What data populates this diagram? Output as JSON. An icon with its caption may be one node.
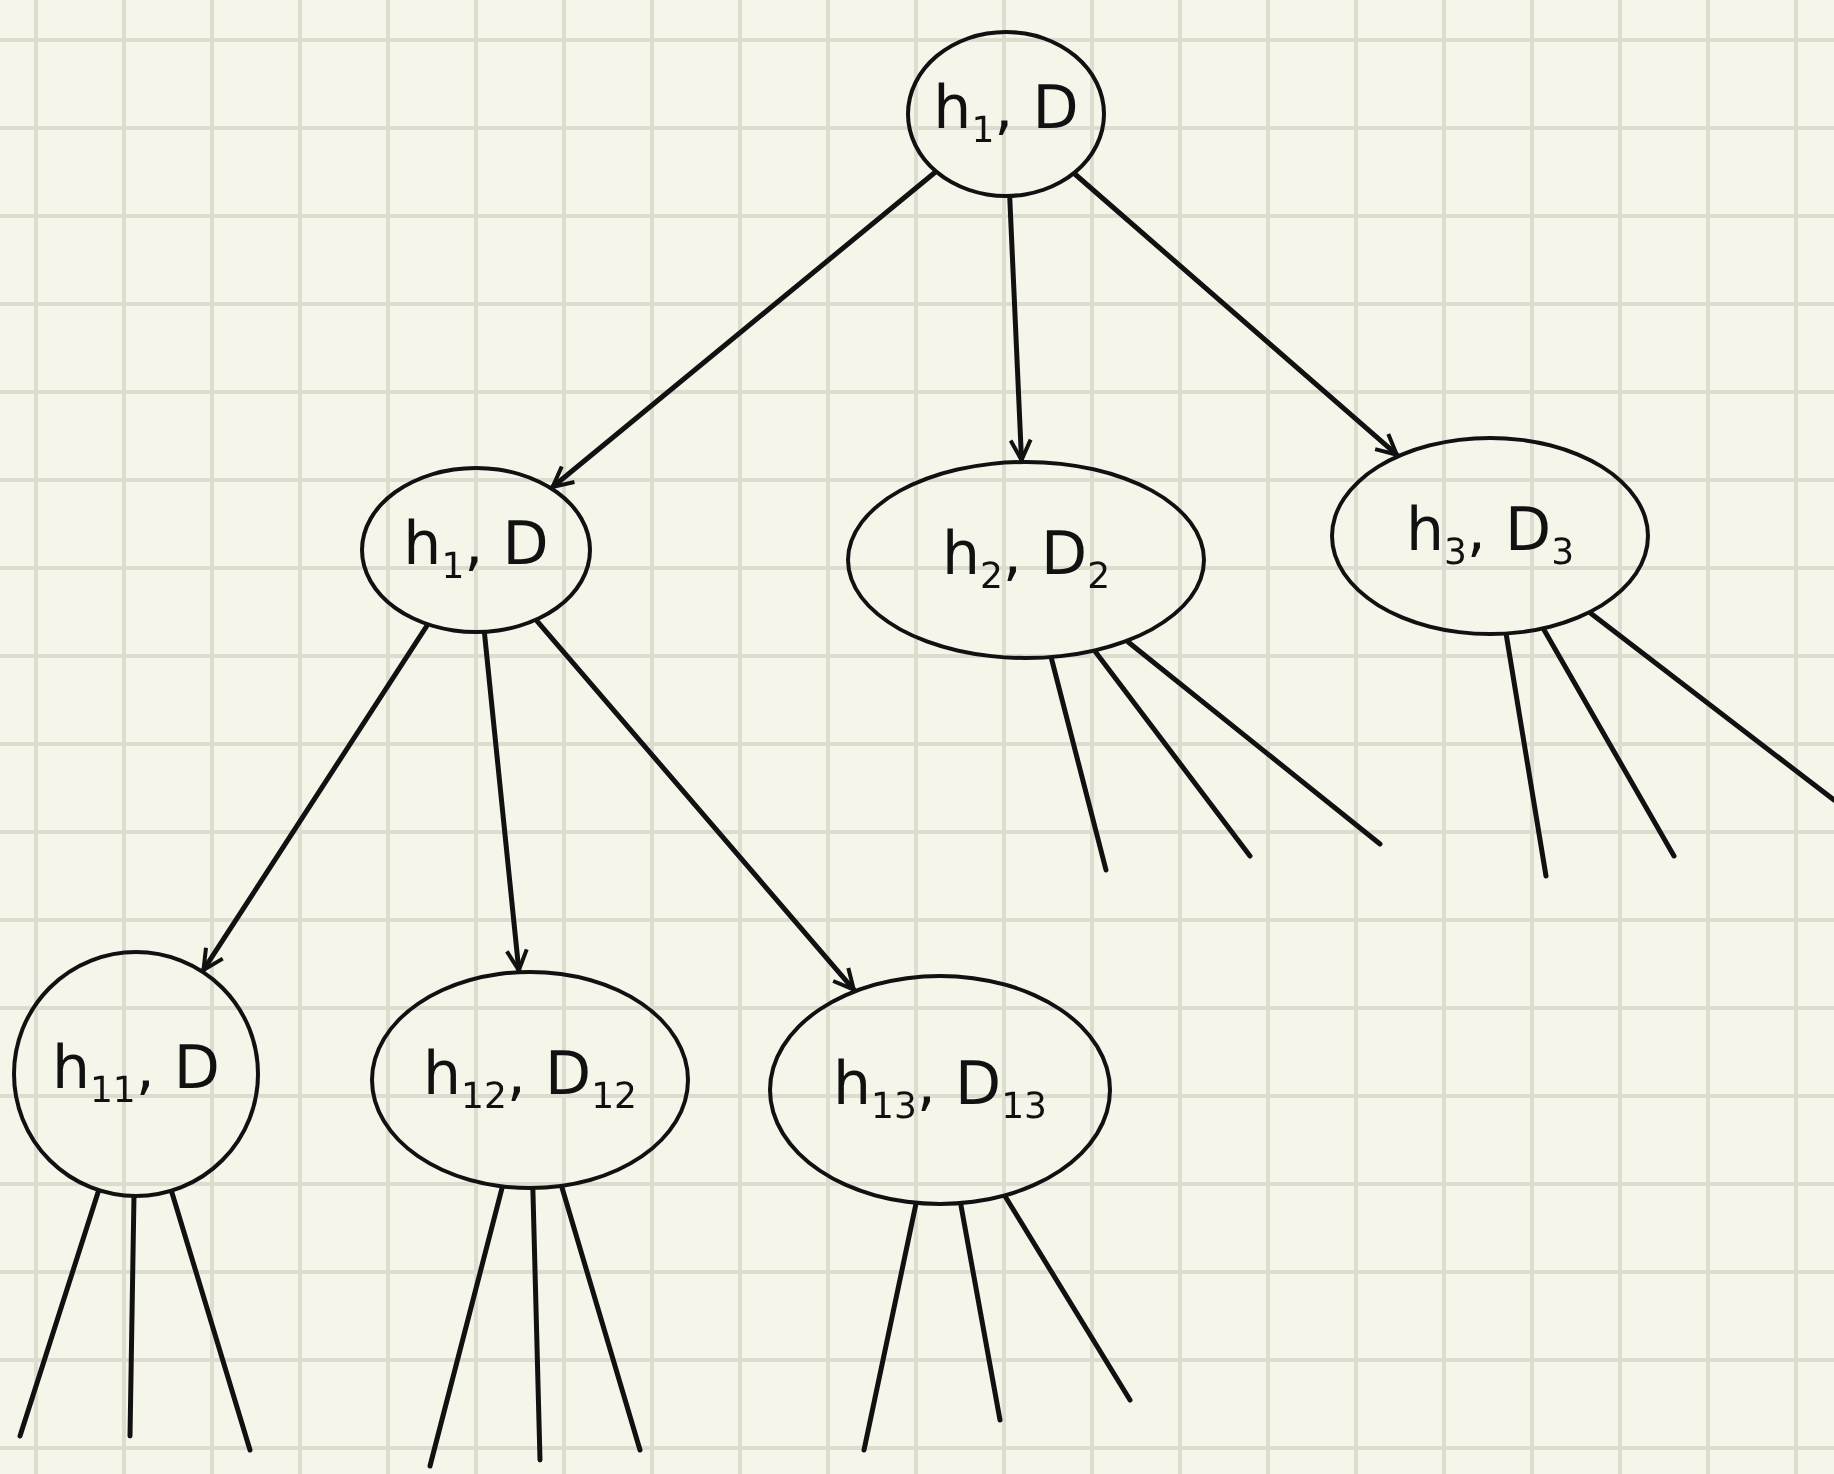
{
  "diagram": {
    "nodes": [
      {
        "text": [
          "h$_{1}$, D"
        ]
      },
      {
        "text": [
          "h$_{1}$, D"
        ]
      },
      {
        "text": [
          "h$_{2}$, D$_{2}$"
        ]
      },
      {
        "text": [
          "h$_{3}$, D$_{3}$"
        ]
      },
      {
        "text": [
          "h$_{11}$, D"
        ]
      },
      {
        "text": [
          "h$_{12}$, D$_{12}$"
        ]
      },
      {
        "text": [
          "h$_{13}$, D$_{13}$"
        ]
      }
    ],
    "edges": [
      {
        "from": 0,
        "to": 1,
        "arrow": "to"
      },
      {
        "from": 0,
        "to": 2,
        "arrow": "to"
      },
      {
        "from": 0,
        "to": 3,
        "arrow": "to"
      },
      {
        "from": 1,
        "to": 4,
        "arrow": "to"
      },
      {
        "from": 1,
        "to": 5,
        "arrow": "to"
      },
      {
        "from": 1,
        "to": 6,
        "arrow": "to"
      },
      {
        "from": 2,
        "to": null,
        "arrow": "none"
      },
      {
        "from": 2,
        "to": null,
        "arrow": "none"
      },
      {
        "from": 2,
        "to": null,
        "arrow": "none"
      },
      {
        "from": 3,
        "to": null,
        "arrow": "none"
      },
      {
        "from": 3,
        "to": null,
        "arrow": "none"
      },
      {
        "from": 3,
        "to": null,
        "arrow": "none"
      },
      {
        "from": 4,
        "to": null,
        "arrow": "none"
      },
      {
        "from": 4,
        "to": null,
        "arrow": "none"
      },
      {
        "from": 4,
        "to": null,
        "arrow": "none"
      },
      {
        "from": 5,
        "to": null,
        "arrow": "none"
      },
      {
        "from": 5,
        "to": null,
        "arrow": "none"
      },
      {
        "from": 5,
        "to": null,
        "arrow": "none"
      },
      {
        "from": 6,
        "to": null,
        "arrow": "none"
      },
      {
        "from": 6,
        "to": null,
        "arrow": "none"
      },
      {
        "from": 6,
        "to": null,
        "arrow": "none"
      }
    ]
  }
}
